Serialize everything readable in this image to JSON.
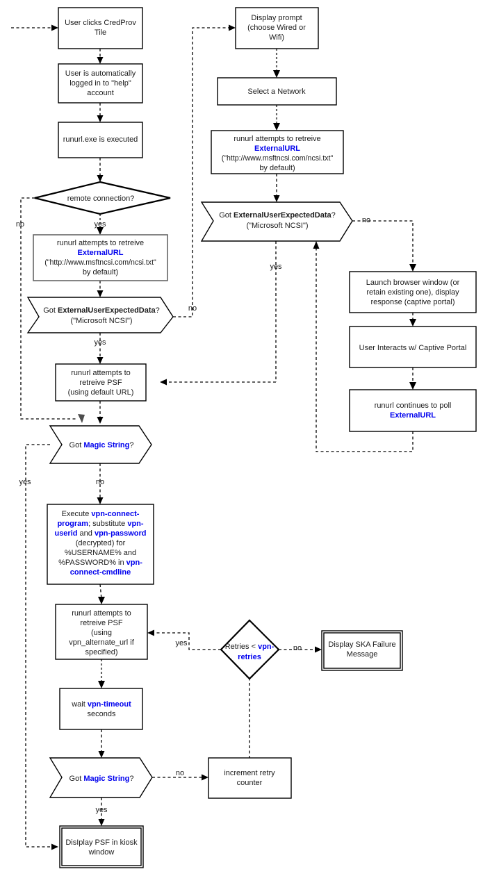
{
  "diagram": {
    "title": "runurl CredProv / SKA connection flowchart",
    "accent_blue": "#0000ee",
    "line_color": "#000000",
    "gray_color": "#666666"
  },
  "nodes": {
    "user_clicks_credprov": {
      "lines": [
        "User clicks CredProv",
        "Tile"
      ]
    },
    "auto_logged_in": {
      "lines": [
        "User is automatically",
        "logged in to \"help\"",
        "account"
      ]
    },
    "runurl_exe": {
      "lines": [
        "runurl.exe is executed"
      ]
    },
    "remote_connection": {
      "lines": [
        "remote connection?"
      ]
    },
    "left_external_url": {
      "lines": [
        "runurl attempts to retreive",
        "ExternalURL",
        "(\"http://www.msftncsi.com/ncsi.txt\"",
        "by default)"
      ],
      "bold_blue_line": 1
    },
    "left_got_eued": {
      "lines": [
        "Got ExternalUserExpectedData?",
        "(\"Microsoft NCSI\")"
      ]
    },
    "left_psf_default": {
      "lines": [
        "runurl attempts to",
        "retreive PSF",
        "(using default URL)"
      ]
    },
    "got_magic_string_1": {
      "lines": [
        "Got Magic String?"
      ]
    },
    "execute_vpn_connect": {
      "lines": [
        "Execute vpn-connect-",
        "program; substitute vpn-",
        "userid and vpn-password",
        "(decrypted) for",
        "%USERNAME% and",
        "%PASSWORD% in vpn-",
        "connect-cmdline"
      ]
    },
    "left_psf_alternate": {
      "lines": [
        "runurl attempts to",
        "retreive PSF",
        "(using",
        "vpn_alternate_url if",
        "specified)"
      ]
    },
    "wait_vpn_timeout": {
      "lines": [
        "wait vpn-timeout",
        "seconds"
      ]
    },
    "got_magic_string_2": {
      "lines": [
        "Got Magic String?"
      ]
    },
    "display_psf_kiosk": {
      "lines": [
        "DisIplay PSF in kiosk",
        "window"
      ]
    },
    "retries_check": {
      "lines": [
        "Retries < vpn-",
        "retries"
      ]
    },
    "display_ska_failure": {
      "lines": [
        "Display SKA Failure",
        "Message"
      ]
    },
    "increment_retry": {
      "lines": [
        "increment retry",
        "counter"
      ]
    },
    "display_prompt": {
      "lines": [
        "Display prompt",
        "(choose Wired or",
        "Wifi)"
      ]
    },
    "select_network": {
      "lines": [
        "Select a Network"
      ]
    },
    "right_external_url": {
      "lines": [
        "runurl attempts to retreive",
        "ExternalURL",
        "(\"http://www.msftncsi.com/ncsi.txt\"",
        "by default)"
      ]
    },
    "right_got_eued": {
      "lines": [
        "Got ExternalUserExpectedData?",
        "(\"Microsoft NCSI\")"
      ]
    },
    "launch_browser": {
      "lines": [
        "Launch browser window (or",
        "retain existing one), display",
        "response (captive portal)"
      ]
    },
    "user_interacts_portal": {
      "lines": [
        "User Interacts w/ Captive Portal"
      ]
    },
    "runurl_continues_poll": {
      "lines": [
        "runurl continues to poll",
        "ExternalURL"
      ]
    }
  },
  "edge_labels": {
    "remote_no": "no",
    "remote_yes": "yes",
    "left_eued_no": "no",
    "left_eued_yes": "yes",
    "magic1_no": "no",
    "magic1_yes": "yes",
    "magic2_no": "no",
    "magic2_yes": "yes",
    "retries_no": "no",
    "retries_yes": "yes",
    "right_eued_no": "no",
    "right_eued_yes": "yes"
  }
}
